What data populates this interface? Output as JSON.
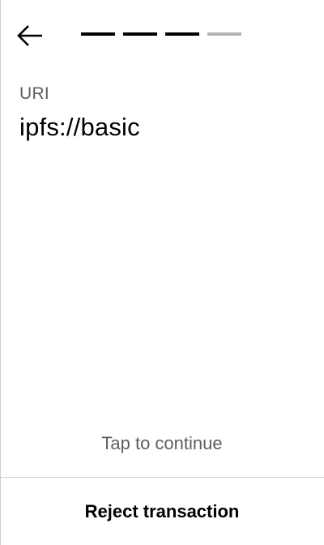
{
  "header": {
    "back_icon": "arrow-left-icon",
    "progress": {
      "total_steps": 4,
      "completed_steps": 3
    }
  },
  "field": {
    "label": "URI",
    "value": "ipfs://basic"
  },
  "footer": {
    "tap_hint": "Tap to continue",
    "reject_label": "Reject transaction"
  },
  "colors": {
    "text_primary": "#000000",
    "text_secondary": "#5e5e5e",
    "progress_active": "#000000",
    "progress_inactive": "#b3b3b3",
    "divider": "#cfcfcf"
  }
}
